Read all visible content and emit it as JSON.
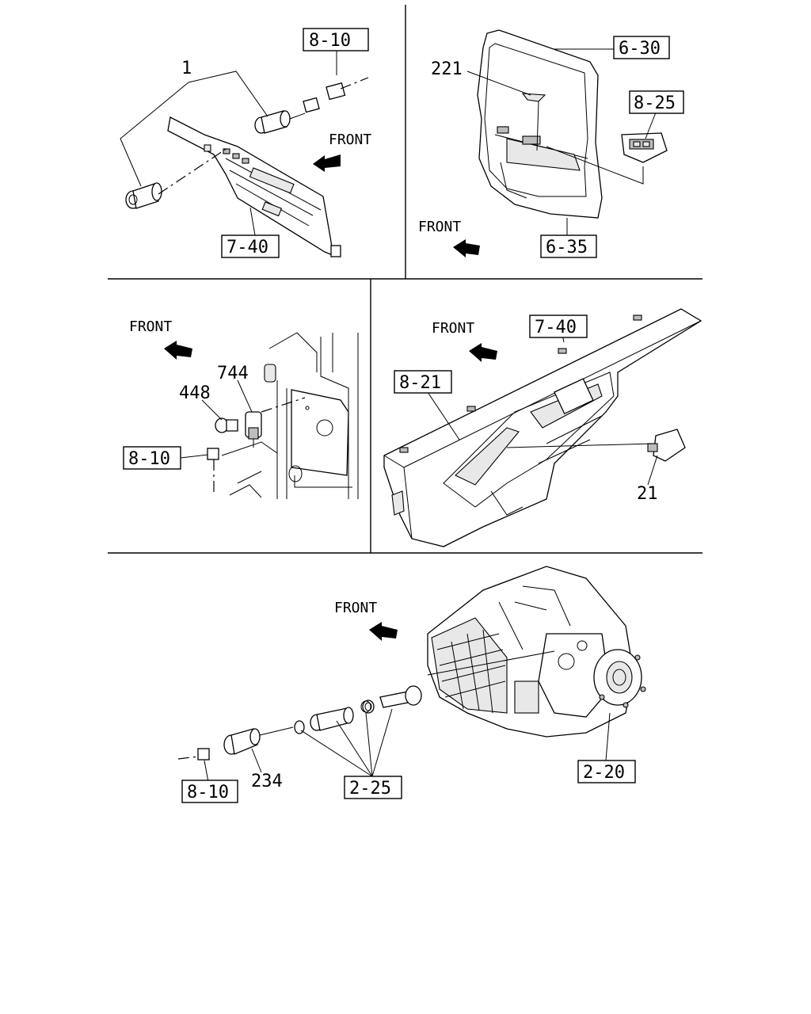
{
  "panels": {
    "top_left": {
      "part_1": "1",
      "ref_8_10": "8-10",
      "ref_7_40": "7-40",
      "front": "FRONT"
    },
    "top_right": {
      "part_221": "221",
      "ref_6_30": "6-30",
      "ref_8_25": "8-25",
      "ref_6_35": "6-35",
      "front": "FRONT"
    },
    "mid_left": {
      "front": "FRONT",
      "part_744": "744",
      "part_448": "448",
      "ref_8_10": "8-10"
    },
    "mid_right": {
      "ref_7_40": "7-40",
      "front": "FRONT",
      "ref_8_21": "8-21",
      "part_21": "21"
    },
    "bottom": {
      "front": "FRONT",
      "ref_8_10": "8-10",
      "part_234": "234",
      "ref_2_25": "2-25",
      "ref_2_20": "2-20"
    }
  }
}
